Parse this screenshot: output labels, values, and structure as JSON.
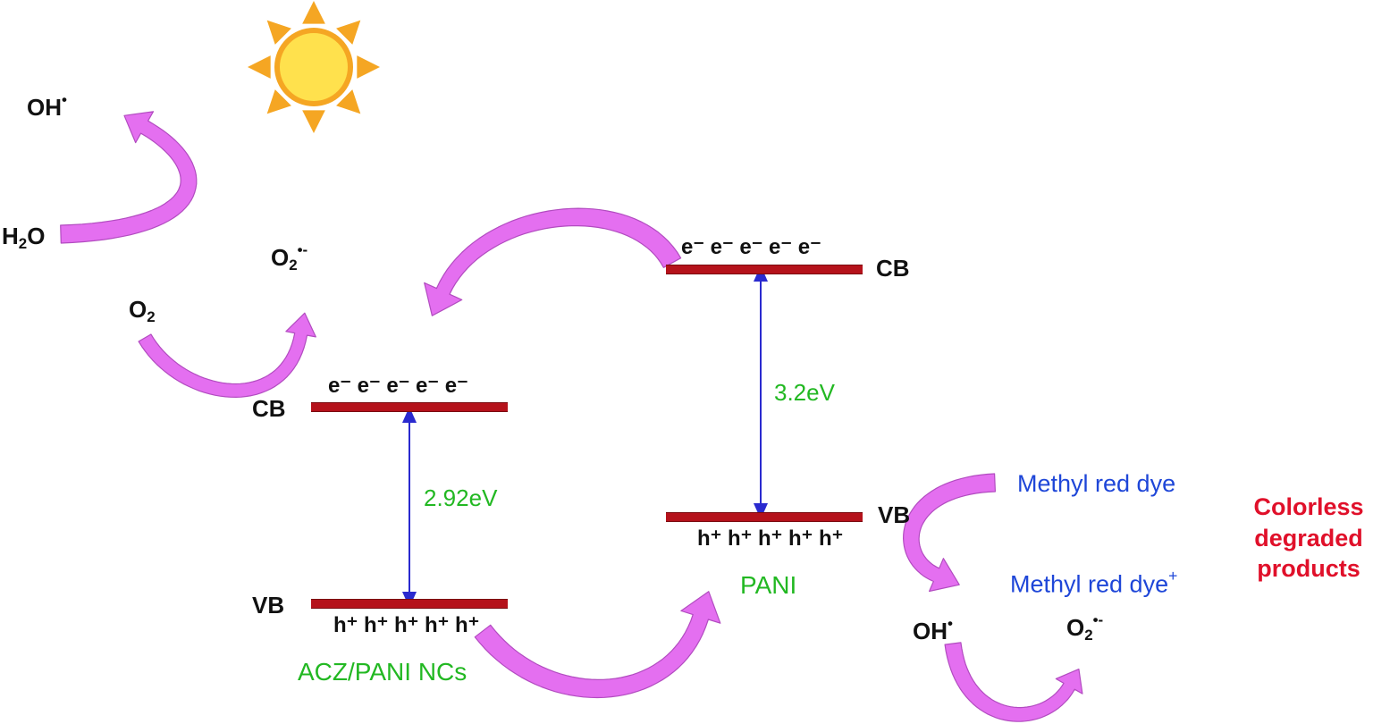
{
  "sun": {
    "icon": "sun-icon",
    "ray_color": "#f5a623",
    "core_color": "#ffe14d"
  },
  "arrow_color": "#e46ff0",
  "band_color": "#b5121b",
  "species": {
    "oh_top": "OH",
    "h2o_main": "H",
    "h2o_sub": "2",
    "h2o_tail": "O",
    "o2_left_main": "O",
    "o2_left_sub": "2",
    "o2_radical_top_main": "O",
    "o2_radical_top_sub": "2",
    "o2_radical_top_sup": "•-",
    "oh_bottom": "OH",
    "o2_radical_bottom_main": "O",
    "o2_radical_bottom_sub": "2",
    "o2_radical_bottom_sup": "•-",
    "radical_dot": "•"
  },
  "acz": {
    "cb_label": "CB",
    "vb_label": "VB",
    "electrons": "e⁻ e⁻ e⁻ e⁻ e⁻",
    "holes": "h⁺ h⁺ h⁺ h⁺ h⁺",
    "gap": "2.92eV",
    "name": "ACZ/PANI NCs"
  },
  "pani": {
    "cb_label": "CB",
    "vb_label": "VB",
    "electrons": "e⁻ e⁻ e⁻ e⁻ e⁻",
    "holes": "h⁺ h⁺ h⁺ h⁺ h⁺",
    "gap": "3.2eV",
    "name": "PANI"
  },
  "dye": {
    "reactant": "Methyl red dye",
    "product": "Methyl red dye",
    "product_sup": "+",
    "final_line1": "Colorless",
    "final_line2": "degraded",
    "final_line3": "products"
  }
}
